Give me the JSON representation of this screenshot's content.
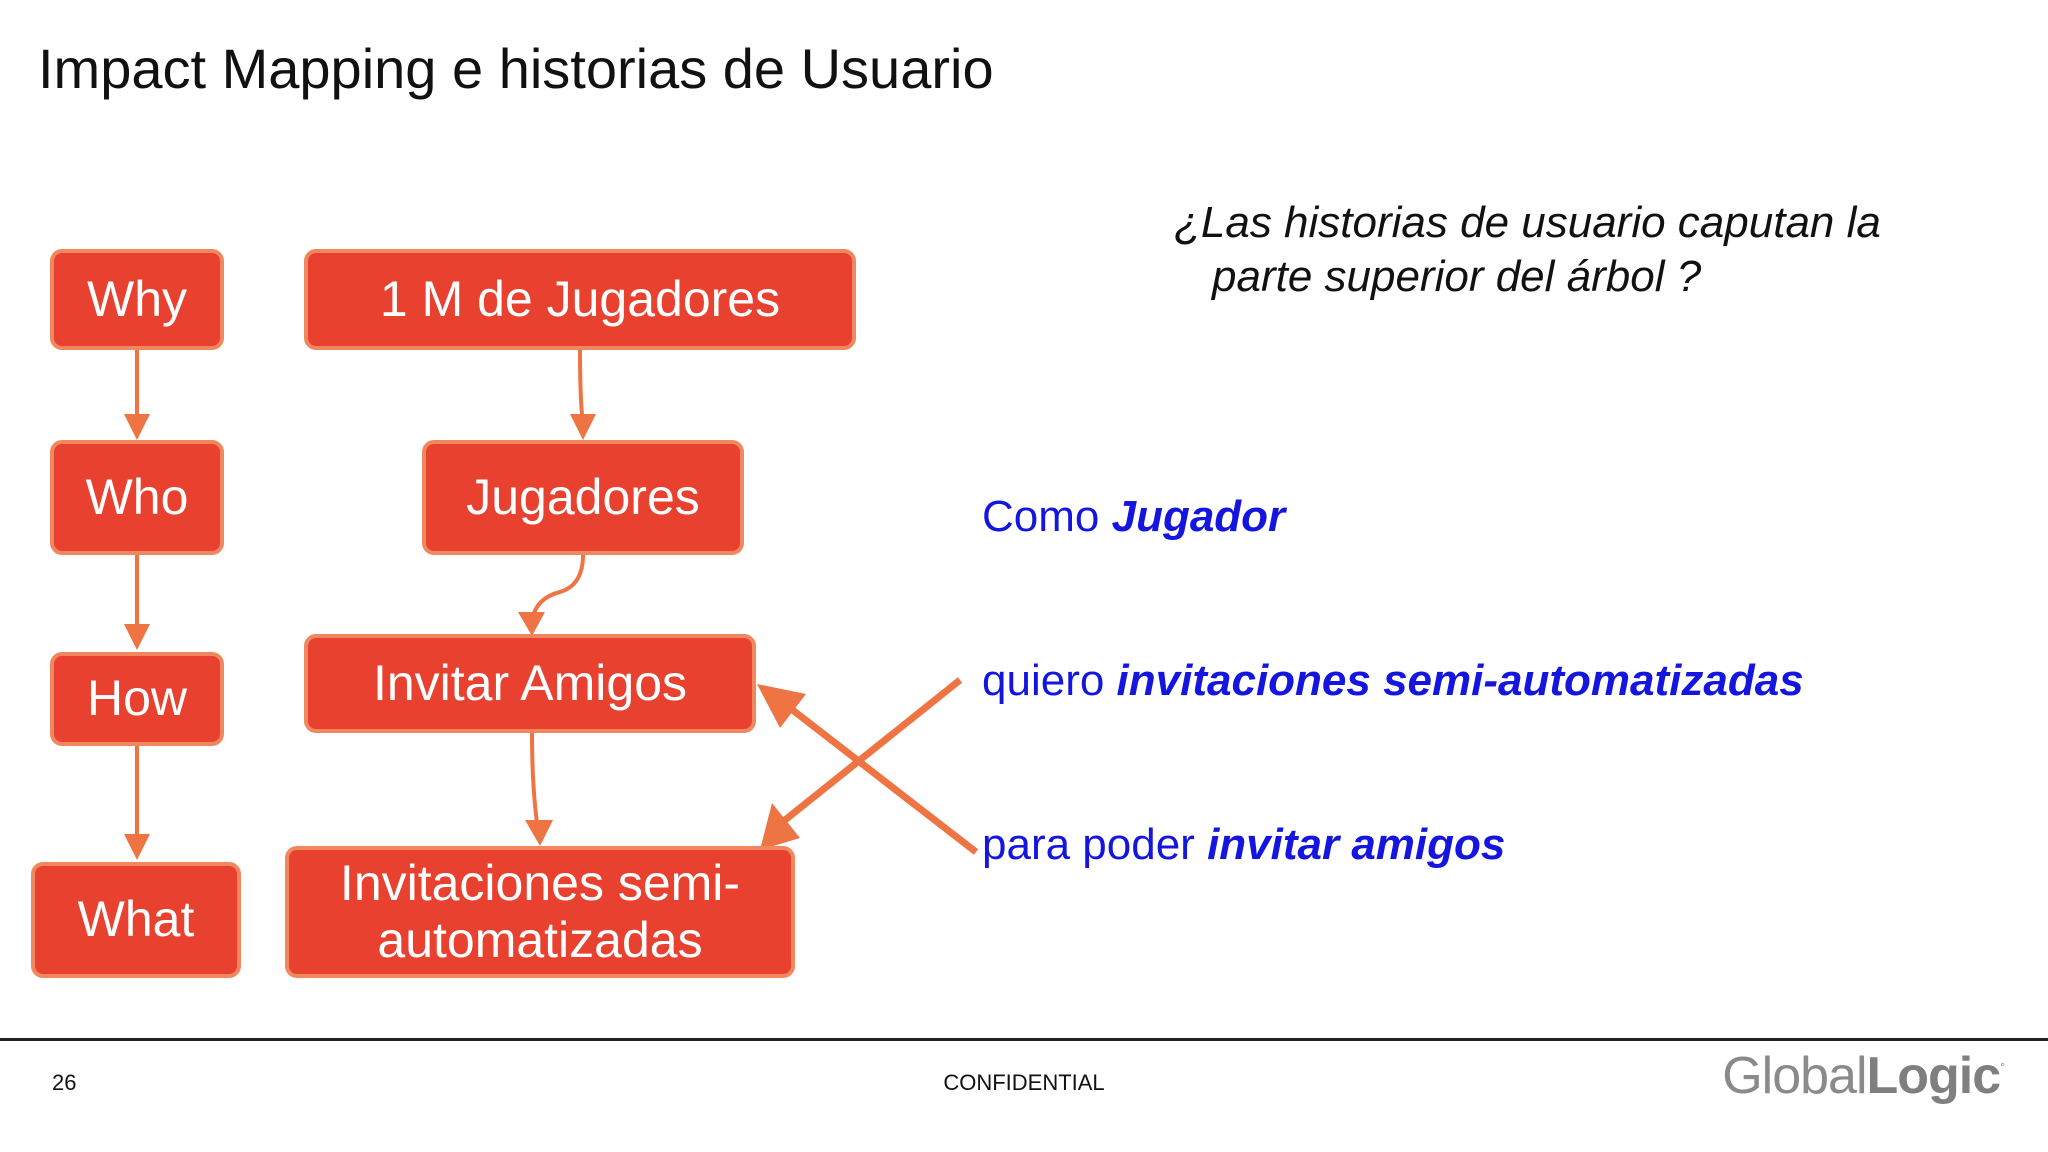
{
  "slide": {
    "title": "Impact Mapping e historias de Usuario",
    "question_line1": "¿Las historias de usuario caputan la",
    "question_line2": "parte superior del árbol ?",
    "page_number": "26",
    "confidential": "CONFIDENTIAL",
    "logo_part1": "Global",
    "logo_part2": "Logic",
    "logo_mark": "°"
  },
  "levels": [
    "Why",
    "Who",
    "How",
    "What"
  ],
  "impact": {
    "goal": "1 M de Jugadores",
    "actor": "Jugadores",
    "impact": "Invitar Amigos",
    "deliverable": "Invitaciones semi-automatizadas"
  },
  "story": {
    "as_prefix": "Como",
    "as_value": "Jugador",
    "want_prefix": "quiero",
    "want_value": "invitaciones semi-automatizadas",
    "so_prefix": "para poder",
    "so_value": "invitar amigos"
  },
  "colors": {
    "box_fill": "#e8412f",
    "box_border": "#f1875e",
    "connector": "#ee7444",
    "story_text": "#1515e0"
  }
}
